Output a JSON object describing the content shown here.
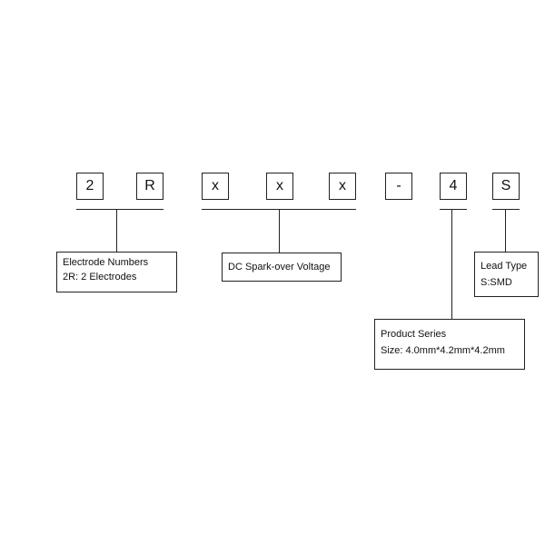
{
  "code_segments": [
    "2",
    "R",
    "x",
    "x",
    "x",
    "-",
    "4",
    "S"
  ],
  "labels": {
    "electrode": {
      "title": "Electrode Numbers",
      "detail": "2R: 2 Electrodes"
    },
    "voltage": {
      "title": "DC Spark-over Voltage"
    },
    "series": {
      "title": "Product Series",
      "detail": "Size: 4.0mm*4.2mm*4.2mm"
    },
    "lead": {
      "title": "Lead Type",
      "detail": "S:SMD"
    }
  }
}
